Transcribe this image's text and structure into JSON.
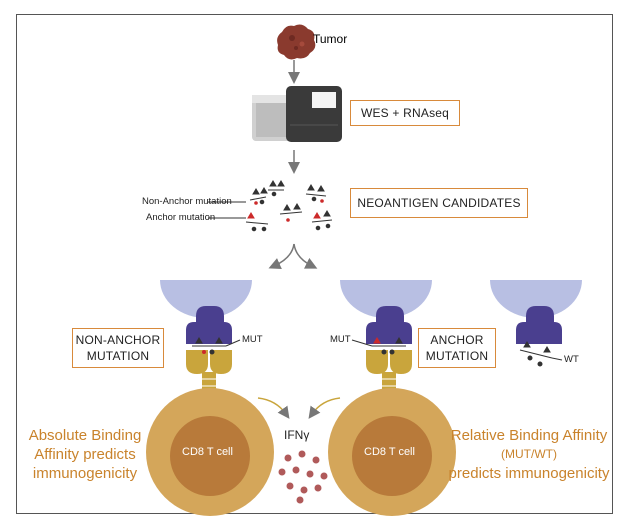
{
  "labels": {
    "tumor": "Tumor",
    "sequencing": "WES + RNAseq",
    "non_anchor_mutation": "Non-Anchor mutation",
    "anchor_mutation": "Anchor mutation",
    "neoantigen_candidates": "NEOANTIGEN CANDIDATES",
    "non_anchor_box_line1": "NON-ANCHOR",
    "non_anchor_box_line2": "MUTATION",
    "anchor_box_line1": "ANCHOR",
    "anchor_box_line2": "MUTATION",
    "mut_left": "MUT",
    "mut_right": "MUT",
    "wt": "WT",
    "cell_left": "CD8 T cell",
    "cell_right": "CD8 T cell",
    "ifng": "IFNγ",
    "absolute_line1": "Absolute Binding",
    "absolute_line2": "Affinity predicts",
    "absolute_line3": "immunogenicity",
    "relative_line1": "Relative Binding Affinity",
    "relative_line2": "(MUT/WT)",
    "relative_line3": "predicts immunogenicity"
  },
  "colors": {
    "accent_orange": "#d88a3b",
    "cell_outer": "#d4a65a",
    "cell_inner": "#b87a3a",
    "mhc_purple": "#4a3f8f",
    "tcr_gold": "#c9a53c",
    "apc_lavender": "#b8bfe3",
    "cytokine": "#b05a5a",
    "mutation_red": "#cc2a2a"
  }
}
